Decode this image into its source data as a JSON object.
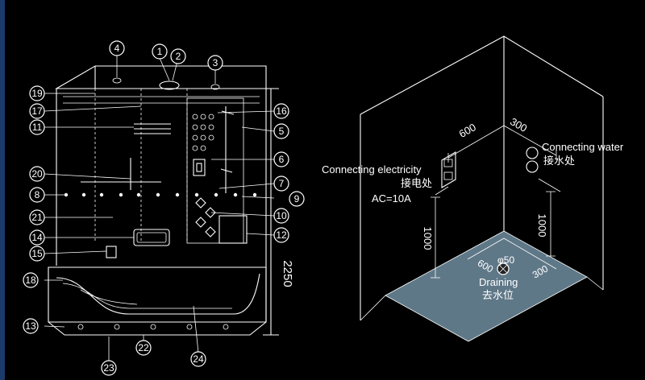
{
  "callouts": [
    "1",
    "2",
    "3",
    "4",
    "5",
    "6",
    "7",
    "8",
    "9",
    "10",
    "11",
    "12",
    "13",
    "14",
    "15",
    "16",
    "17",
    "18",
    "19",
    "20",
    "21",
    "22",
    "23",
    "24"
  ],
  "dimensions": {
    "height": "2250",
    "wall_a": "600",
    "wall_b": "300",
    "height_elec": "1000",
    "height_water": "1000",
    "floor_a": "600",
    "floor_b": "300",
    "drain_dia": "φ50"
  },
  "labels": {
    "electricity_en": "Connecting electricity",
    "electricity_cn": "接电处",
    "electricity_spec": "AC=10A",
    "water_en": "Connecting water",
    "water_cn": "接水处",
    "drain_en": "Draining",
    "drain_cn": "去水位"
  },
  "colors": {
    "background": "#000000",
    "line": "#ffffff",
    "floor": "#5f7888",
    "accent_bar": "#1a3a6a"
  }
}
